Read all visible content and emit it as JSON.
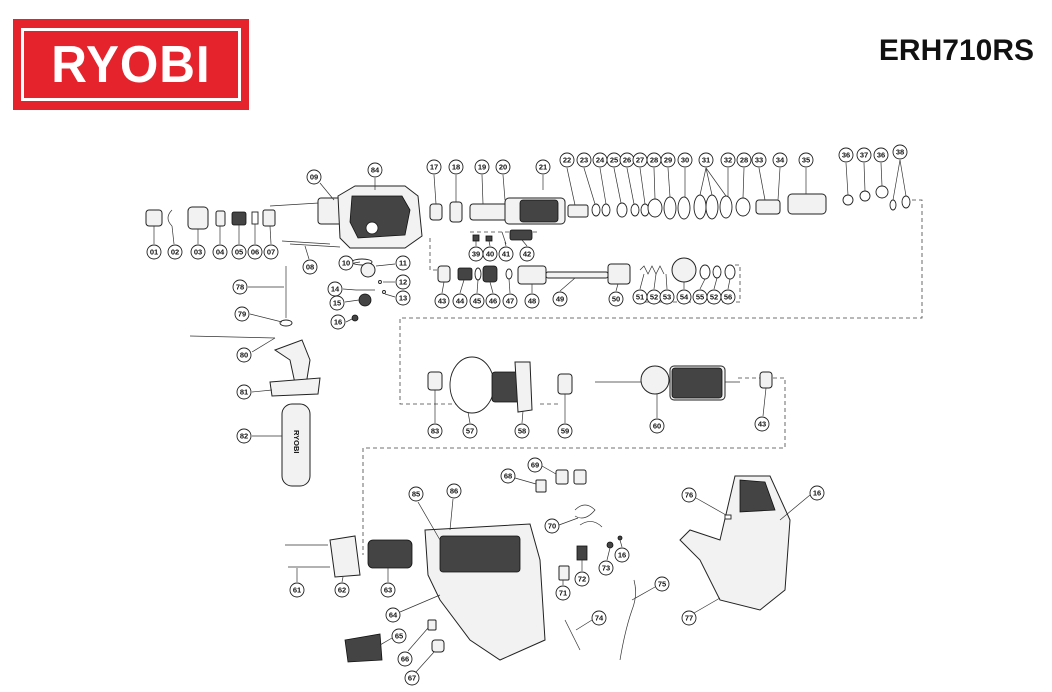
{
  "brand": {
    "name": "RYOBI",
    "color": "#e4232d"
  },
  "model": "ERH710RS",
  "parts": [
    {
      "id": "01"
    },
    {
      "id": "02"
    },
    {
      "id": "03"
    },
    {
      "id": "04"
    },
    {
      "id": "05"
    },
    {
      "id": "06"
    },
    {
      "id": "07"
    },
    {
      "id": "08"
    },
    {
      "id": "09"
    },
    {
      "id": "84"
    },
    {
      "id": "10"
    },
    {
      "id": "11"
    },
    {
      "id": "12"
    },
    {
      "id": "13"
    },
    {
      "id": "14"
    },
    {
      "id": "15"
    },
    {
      "id": "16"
    },
    {
      "id": "17"
    },
    {
      "id": "18"
    },
    {
      "id": "19"
    },
    {
      "id": "20"
    },
    {
      "id": "21"
    },
    {
      "id": "22"
    },
    {
      "id": "23"
    },
    {
      "id": "24"
    },
    {
      "id": "25"
    },
    {
      "id": "26"
    },
    {
      "id": "27"
    },
    {
      "id": "28"
    },
    {
      "id": "29"
    },
    {
      "id": "30"
    },
    {
      "id": "31"
    },
    {
      "id": "32"
    },
    {
      "id": "28"
    },
    {
      "id": "33"
    },
    {
      "id": "34"
    },
    {
      "id": "35"
    },
    {
      "id": "36"
    },
    {
      "id": "37"
    },
    {
      "id": "36"
    },
    {
      "id": "38"
    },
    {
      "id": "39"
    },
    {
      "id": "40"
    },
    {
      "id": "41"
    },
    {
      "id": "42"
    },
    {
      "id": "43"
    },
    {
      "id": "44"
    },
    {
      "id": "45"
    },
    {
      "id": "46"
    },
    {
      "id": "47"
    },
    {
      "id": "48"
    },
    {
      "id": "49"
    },
    {
      "id": "50"
    },
    {
      "id": "51"
    },
    {
      "id": "52"
    },
    {
      "id": "53"
    },
    {
      "id": "54"
    },
    {
      "id": "55"
    },
    {
      "id": "52"
    },
    {
      "id": "56"
    },
    {
      "id": "78"
    },
    {
      "id": "79"
    },
    {
      "id": "80"
    },
    {
      "id": "81"
    },
    {
      "id": "82"
    },
    {
      "id": "83"
    },
    {
      "id": "57"
    },
    {
      "id": "58"
    },
    {
      "id": "59"
    },
    {
      "id": "60"
    },
    {
      "id": "43"
    },
    {
      "id": "85"
    },
    {
      "id": "86"
    },
    {
      "id": "68"
    },
    {
      "id": "69"
    },
    {
      "id": "70"
    },
    {
      "id": "16"
    },
    {
      "id": "73"
    },
    {
      "id": "72"
    },
    {
      "id": "71"
    },
    {
      "id": "74"
    },
    {
      "id": "75"
    },
    {
      "id": "76"
    },
    {
      "id": "16"
    },
    {
      "id": "77"
    },
    {
      "id": "61"
    },
    {
      "id": "62"
    },
    {
      "id": "63"
    },
    {
      "id": "64"
    },
    {
      "id": "65"
    },
    {
      "id": "66"
    },
    {
      "id": "67"
    }
  ],
  "handle_print": "RYOBI"
}
